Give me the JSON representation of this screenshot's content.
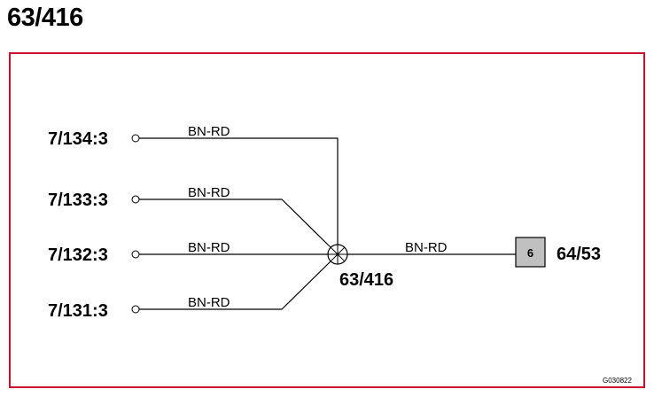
{
  "header": {
    "title": "63/416"
  },
  "diagram": {
    "sources": [
      {
        "pin": "7/134:3",
        "wire": "BN-RD"
      },
      {
        "pin": "7/133:3",
        "wire": "BN-RD"
      },
      {
        "pin": "7/132:3",
        "wire": "BN-RD"
      },
      {
        "pin": "7/131:3",
        "wire": "BN-RD"
      }
    ],
    "splice": {
      "label": "63/416"
    },
    "output": {
      "wire": "BN-RD",
      "connector_pin": "6",
      "connector_label": "64/53"
    },
    "figure_code": "G030822",
    "colors": {
      "frame": "#c8102e",
      "connector_fill": "#c0c0c0"
    }
  }
}
